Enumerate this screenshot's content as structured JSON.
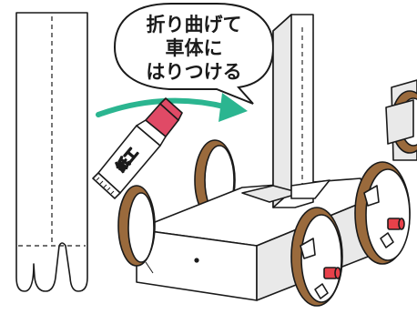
{
  "speech_bubble": {
    "lines": [
      "折り曲げて",
      "車体に",
      "はりつける"
    ]
  },
  "glue_tube": {
    "label": "紙工"
  },
  "colors": {
    "arrow": "#2bb590",
    "wheel_rim": "#9a6a3c",
    "glue_cap": "#e04a66",
    "axle_cap": "#e8414a",
    "outline": "#1a1a1a",
    "paper": "#ffffff",
    "shadow_panel": "#e9e9e9"
  },
  "icons": [
    "paper-strip-icon",
    "curved-arrow-icon",
    "glue-tube-icon",
    "cardboard-car-icon",
    "speech-bubble-icon"
  ]
}
